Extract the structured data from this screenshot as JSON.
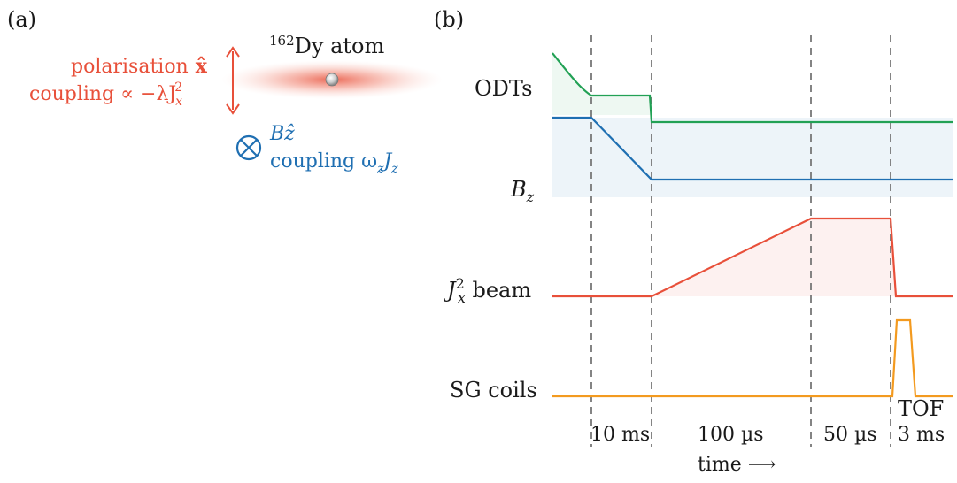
{
  "panel_a": {
    "label": "(a)",
    "atom_label_iso": "162",
    "atom_label": "Dy atom",
    "polarisation_text": "polarisation",
    "polarisation_symbol": "x̂",
    "coupling_red_text": "coupling ∝ −λJ",
    "coupling_red_sub": "x",
    "coupling_red_sup": "2",
    "field_symbol": "Bẑ",
    "coupling_blue_text": "coupling ω",
    "coupling_blue_sub1": "z",
    "coupling_blue_J": "J",
    "coupling_blue_sub2": "z",
    "colors": {
      "red": "#e8503a",
      "blue": "#1f6fb2"
    }
  },
  "panel_b": {
    "label": "(b)",
    "traces": [
      {
        "key": "odt",
        "label": "ODTs",
        "color": "#22a155"
      },
      {
        "key": "bz",
        "label": "B",
        "sub": "z",
        "color": "#1f6fb2"
      },
      {
        "key": "jx",
        "label": "J",
        "sub": "x",
        "sup": "2",
        "suffix": " beam",
        "color": "#e8503a"
      },
      {
        "key": "sg",
        "label": "SG coils",
        "color": "#f39a1f"
      }
    ],
    "tof_label": "TOF",
    "durations": [
      "10 ms",
      "100 µs",
      "50 µs",
      "3 ms"
    ],
    "time_axis_label": "time ⟶"
  }
}
